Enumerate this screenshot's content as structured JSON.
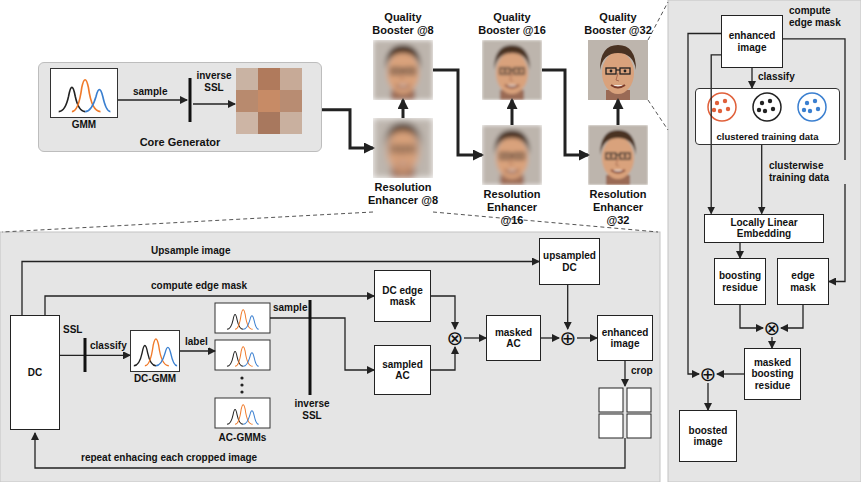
{
  "diagram": {
    "nodes": [
      {
        "text": [
          "Core Generator"
        ]
      },
      {
        "text": [
          "GMM"
        ],
        "in": 0
      },
      {
        "text": [
          "Quality Booster @8"
        ]
      },
      {
        "text": [
          "Resolution Enhancer @8"
        ]
      },
      {
        "text": [
          "Quality Booster @16"
        ]
      },
      {
        "text": [
          "Resolution Enhancer @16"
        ]
      },
      {
        "text": [
          "Quality Booster @32"
        ]
      },
      {
        "text": [
          "Resolution Enhancer @32"
        ]
      },
      {
        "text": [
          "DC"
        ]
      },
      {
        "text": [
          "DC-GMM"
        ]
      },
      {
        "text": [
          "AC-GMMs"
        ]
      },
      {
        "text": [
          "upsampled DC"
        ]
      },
      {
        "text": [
          "DC edge mask"
        ]
      },
      {
        "text": [
          "sampled AC"
        ]
      },
      {
        "text": [
          "⊗"
        ]
      },
      {
        "text": [
          "masked AC"
        ]
      },
      {
        "text": [
          "⊕"
        ]
      },
      {
        "text": [
          "enhanced image"
        ]
      },
      {
        "text": [
          "enhanced image"
        ]
      },
      {
        "text": [
          "clustered training data"
        ]
      },
      {
        "text": [
          "Locally Linear Embedding"
        ]
      },
      {
        "text": [
          "boosting residue"
        ]
      },
      {
        "text": [
          "edge mask"
        ]
      },
      {
        "text": [
          "⊗"
        ]
      },
      {
        "text": [
          "masked boosting residue"
        ]
      },
      {
        "text": [
          "⊕"
        ]
      },
      {
        "text": [
          "boosted image"
        ]
      }
    ],
    "edges": [
      {
        "from": 0,
        "to": 3,
        "arrow": "to"
      },
      {
        "from": 3,
        "to": 2,
        "arrow": "to"
      },
      {
        "from": 2,
        "to": 5,
        "arrow": "to"
      },
      {
        "from": 5,
        "to": 4,
        "arrow": "to"
      },
      {
        "from": 4,
        "to": 7,
        "arrow": "to"
      },
      {
        "from": 7,
        "to": 6,
        "arrow": "to"
      },
      {
        "from": 8,
        "to": 11,
        "label": "Upsample image",
        "arrow": "to"
      },
      {
        "from": 8,
        "to": 12,
        "label": "compute edge mask",
        "arrow": "to"
      },
      {
        "from": 8,
        "to": 9,
        "label": "classify",
        "arrow": "to"
      },
      {
        "from": 9,
        "to": 10,
        "label": "label",
        "arrow": "to"
      },
      {
        "from": 10,
        "to": 13,
        "label": "sample",
        "arrow": "to"
      },
      {
        "from": 12,
        "to": 14,
        "arrow": "to"
      },
      {
        "from": 13,
        "to": 14,
        "arrow": "to"
      },
      {
        "from": 14,
        "to": 15,
        "arrow": "to"
      },
      {
        "from": 15,
        "to": 16,
        "arrow": "to"
      },
      {
        "from": 11,
        "to": 16,
        "arrow": "to"
      },
      {
        "from": 16,
        "to": 17,
        "arrow": "to"
      },
      {
        "from": 18,
        "to": 19,
        "label": "classify",
        "arrow": "to"
      },
      {
        "from": 19,
        "to": 20,
        "label": "clusterwise training data",
        "arrow": "to"
      },
      {
        "from": 18,
        "to": 20,
        "arrow": "to"
      },
      {
        "from": 18,
        "to": 22,
        "label": "compute edge mask",
        "arrow": "to"
      },
      {
        "from": 18,
        "to": 25,
        "arrow": "to"
      },
      {
        "from": 20,
        "to": 21,
        "arrow": "to"
      },
      {
        "from": 21,
        "to": 23,
        "arrow": "to"
      },
      {
        "from": 22,
        "to": 23,
        "arrow": "to"
      },
      {
        "from": 23,
        "to": 24,
        "arrow": "to"
      },
      {
        "from": 24,
        "to": 25,
        "arrow": "to"
      },
      {
        "from": 25,
        "to": 26,
        "arrow": "to"
      }
    ],
    "labels": [
      "sample",
      "inverse SSL",
      "SSL",
      "inverse SSL",
      "crop",
      "repeat enhacing each cropped image"
    ]
  }
}
